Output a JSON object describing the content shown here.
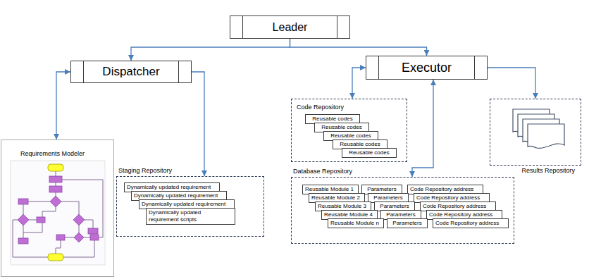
{
  "diagram": {
    "nodes": [
      {
        "text": [
          "Leader"
        ]
      },
      {
        "text": [
          "Dispatcher"
        ]
      },
      {
        "text": [
          "Executor"
        ]
      },
      {
        "text": [
          "Requirements Modeler"
        ]
      },
      {
        "text": [
          "Staging Repository"
        ]
      },
      {
        "text": [
          "Dynamically updated requirement"
        ],
        "in": 4
      },
      {
        "text": [
          "Dynamically updated requirement"
        ],
        "in": 4
      },
      {
        "text": [
          "Dynamically updated requirement"
        ],
        "in": 4
      },
      {
        "text": [
          "Dynamically updated requirement scripts"
        ],
        "in": 4
      },
      {
        "text": [
          "Code Repository"
        ]
      },
      {
        "text": [
          "Reusable codes"
        ],
        "in": 9
      },
      {
        "text": [
          "Reusable codes"
        ],
        "in": 9
      },
      {
        "text": [
          "Reusable codes"
        ],
        "in": 9
      },
      {
        "text": [
          "Reusable codes"
        ],
        "in": 9
      },
      {
        "text": [
          "Reusable codes"
        ],
        "in": 9
      },
      {
        "text": [
          "Database Repository"
        ]
      },
      {
        "text": [
          "Reusable Module 1"
        ],
        "in": 15
      },
      {
        "text": [
          "Parameters"
        ],
        "in": 15
      },
      {
        "text": [
          "Code Repository address"
        ],
        "in": 15
      },
      {
        "text": [
          "Reusable Module 2"
        ],
        "in": 15
      },
      {
        "text": [
          "Parameters"
        ],
        "in": 15
      },
      {
        "text": [
          "Code Repository address"
        ],
        "in": 15
      },
      {
        "text": [
          "Reusable Module 3"
        ],
        "in": 15
      },
      {
        "text": [
          "Parameters"
        ],
        "in": 15
      },
      {
        "text": [
          "Code Repository address"
        ],
        "in": 15
      },
      {
        "text": [
          "Reusable Module 4"
        ],
        "in": 15
      },
      {
        "text": [
          "Parameters"
        ],
        "in": 15
      },
      {
        "text": [
          "Code Repository address"
        ],
        "in": 15
      },
      {
        "text": [
          "Reusable Module n"
        ],
        "in": 15
      },
      {
        "text": [
          "Parameters"
        ],
        "in": 15
      },
      {
        "text": [
          "Code Repository address"
        ],
        "in": 15
      },
      {
        "text": [
          "Results Repository"
        ]
      }
    ],
    "edges": [
      {
        "from": 0,
        "to": 1,
        "arrow": "to"
      },
      {
        "from": 0,
        "to": 2,
        "arrow": "to"
      },
      {
        "from": 1,
        "to": 3,
        "arrow": "both"
      },
      {
        "from": 1,
        "to": 4,
        "arrow": "to"
      },
      {
        "from": 2,
        "to": 9,
        "arrow": "both"
      },
      {
        "from": 2,
        "to": 15,
        "arrow": "both"
      },
      {
        "from": 2,
        "to": 31,
        "arrow": "to"
      }
    ]
  }
}
